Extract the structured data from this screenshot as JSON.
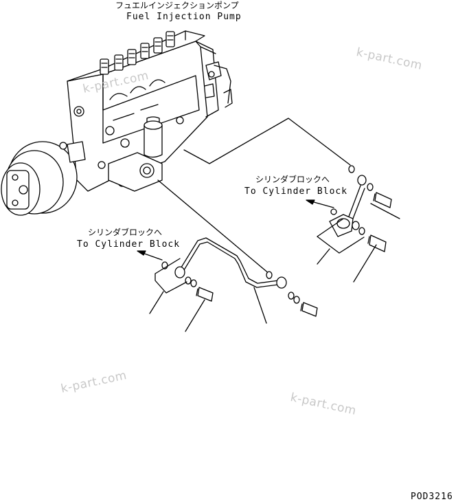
{
  "labels": {
    "pump_jp": "フュエルインジェクションポンプ",
    "pump_en": "Fuel Injection Pump",
    "cyl_right_jp": "シリンダブロックへ",
    "cyl_right_en": "To Cylinder Block",
    "cyl_left_jp": "シリンダブロックへ",
    "cyl_left_en": "To Cylinder Block",
    "drawing_id": "POD3216"
  },
  "watermarks": [
    "k-part.com",
    "k-part.com",
    "k-part.com",
    "k-part.com"
  ],
  "colors": {
    "line": "#000000",
    "watermark": "#c8c8c8"
  }
}
